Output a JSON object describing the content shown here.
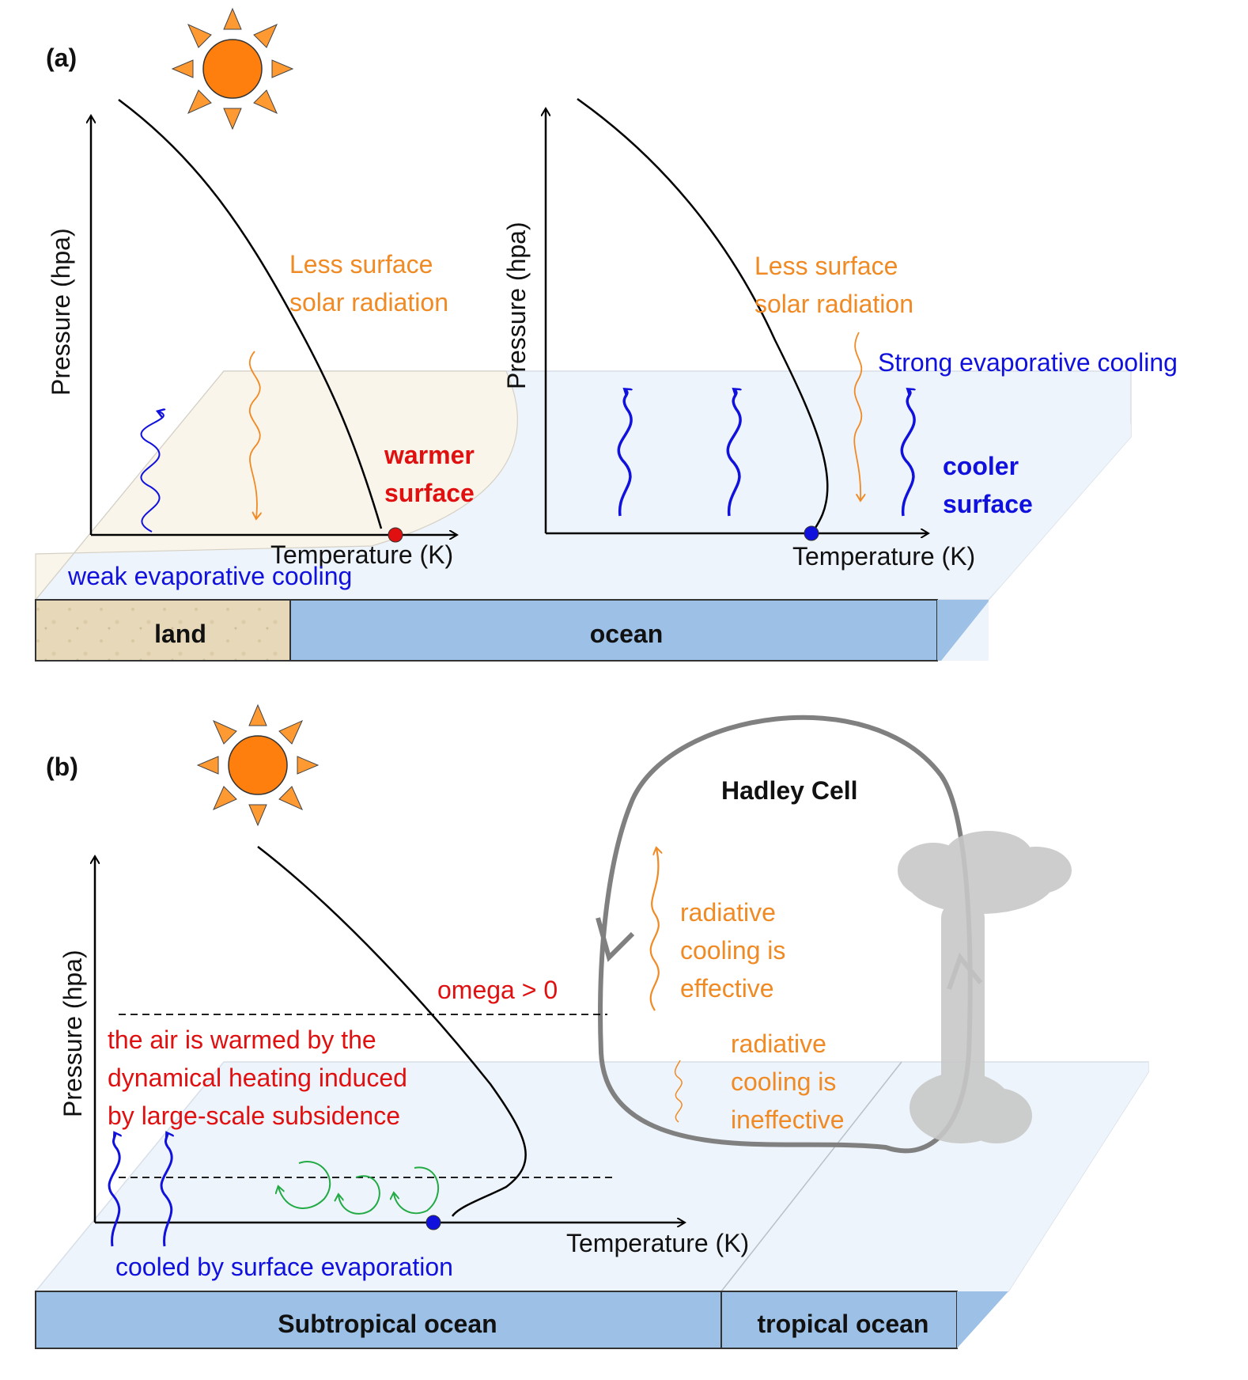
{
  "panel_a": {
    "label": "(a)",
    "left_axes": {
      "ylabel": "Pressure (hpa)",
      "xlabel": "Temperature (K)"
    },
    "right_axes": {
      "ylabel": "Pressure (hpa)",
      "xlabel": "Temperature (K)"
    },
    "less_solar_left_1": "Less surface",
    "less_solar_left_2": "solar radiation",
    "less_solar_right_1": "Less surface",
    "less_solar_right_2": "solar radiation",
    "warmer_1": "warmer",
    "warmer_2": "surface",
    "strong_evap": "Strong evaporative cooling",
    "cooler_1": "cooler",
    "cooler_2": "surface",
    "weak_evap": "weak evaporative cooling",
    "land": "land",
    "ocean": "ocean"
  },
  "panel_b": {
    "label": "(b)",
    "axes": {
      "ylabel": "Pressure (hpa)",
      "xlabel": "Temperature (K)"
    },
    "omega": "omega > 0",
    "warm_1": "the air is warmed by the",
    "warm_2": "dynamical heating induced",
    "warm_3": "by large-scale subsidence",
    "hadley": "Hadley Cell",
    "rad_eff_1": "radiative",
    "rad_eff_2": "cooling is",
    "rad_eff_3": "effective",
    "rad_ineff_1": "radiative",
    "rad_ineff_2": "cooling is",
    "rad_ineff_3": "ineffective",
    "cooled": "cooled by surface evaporation",
    "subtropical": "Subtropical ocean",
    "tropical": "tropical ocean"
  },
  "colors": {
    "orange": "#f08a24",
    "blue": "#1111dd",
    "red": "#e01010",
    "green": "#22aa44",
    "ocean_front": "#9cc0e6",
    "ocean_top": "#eef4fb",
    "land": "#e6d8b8",
    "sun": "#ff7f0e",
    "gray_loop": "#808080",
    "cloud": "#c8c8c8"
  },
  "icons": [
    "sun-icon",
    "wavy-arrow-icon",
    "eddy-arrow-icon",
    "cloud-icon"
  ]
}
